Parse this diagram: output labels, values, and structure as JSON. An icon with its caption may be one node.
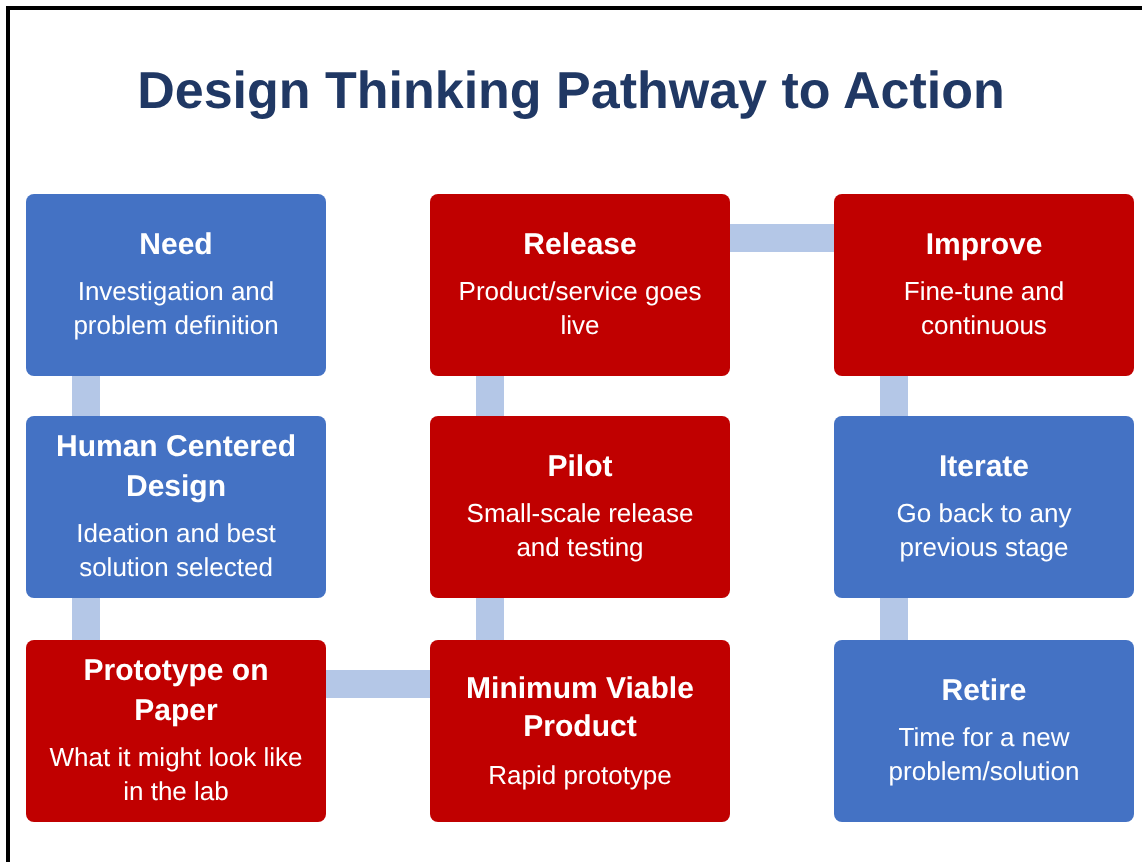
{
  "diagram": {
    "title": "Design Thinking Pathway to Action",
    "nodes": [
      {
        "text": [
          "Need",
          "Investigation and problem definition"
        ]
      },
      {
        "text": [
          "Human Centered Design",
          "Ideation and best solution selected"
        ]
      },
      {
        "text": [
          "Prototype on Paper",
          "What it might look like in the lab"
        ]
      },
      {
        "text": [
          "Release",
          "Product/service goes live"
        ]
      },
      {
        "text": [
          "Pilot",
          "Small-scale release and testing"
        ]
      },
      {
        "text": [
          "Minimum Viable Product",
          "Rapid prototype"
        ]
      },
      {
        "text": [
          "Improve",
          "Fine-tune and continuous"
        ]
      },
      {
        "text": [
          "Iterate",
          "Go back to any previous stage"
        ]
      },
      {
        "text": [
          "Retire",
          "Time for a new problem/solution"
        ]
      }
    ],
    "edges": [
      {
        "from": 0,
        "to": 1,
        "arrow": "none"
      },
      {
        "from": 1,
        "to": 2,
        "arrow": "none"
      },
      {
        "from": 2,
        "to": 5,
        "arrow": "none"
      },
      {
        "from": 5,
        "to": 4,
        "arrow": "none"
      },
      {
        "from": 4,
        "to": 3,
        "arrow": "none"
      },
      {
        "from": 3,
        "to": 6,
        "arrow": "none"
      },
      {
        "from": 6,
        "to": 7,
        "arrow": "none"
      },
      {
        "from": 7,
        "to": 8,
        "arrow": "none"
      }
    ]
  }
}
